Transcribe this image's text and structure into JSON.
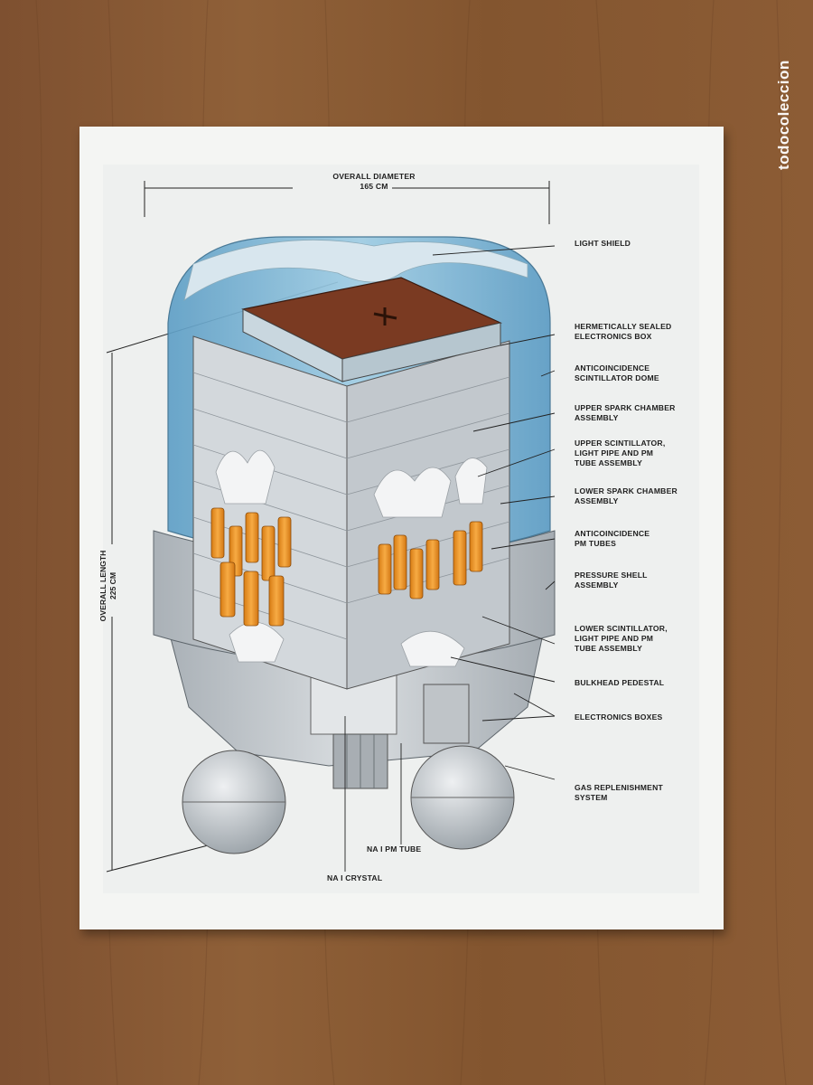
{
  "watermark": "todocoleccion",
  "dimensions": {
    "diameter": "OVERALL DIAMETER\n165 CM",
    "length": "OVERALL LENGTH\n225 CM"
  },
  "labels": [
    {
      "id": "light-shield",
      "text": "LIGHT SHIELD"
    },
    {
      "id": "electronics-box",
      "text": "HERMETICALLY SEALED\nELECTRONICS BOX"
    },
    {
      "id": "scintillator-dome",
      "text": "ANTICOINCIDENCE\nSCINTILLATOR DOME"
    },
    {
      "id": "upper-spark",
      "text": "UPPER SPARK CHAMBER\nASSEMBLY"
    },
    {
      "id": "upper-scint",
      "text": "UPPER SCINTILLATOR,\nLIGHT PIPE AND PM\nTUBE ASSEMBLY"
    },
    {
      "id": "lower-spark",
      "text": "LOWER SPARK CHAMBER\nASSEMBLY"
    },
    {
      "id": "pm-tubes",
      "text": "ANTICOINCIDENCE\nPM TUBES"
    },
    {
      "id": "pressure-shell",
      "text": "PRESSURE SHELL\nASSEMBLY"
    },
    {
      "id": "lower-scint",
      "text": "LOWER SCINTILLATOR,\nLIGHT PIPE AND PM\nTUBE ASSEMBLY"
    },
    {
      "id": "bulkhead",
      "text": "BULKHEAD PEDESTAL"
    },
    {
      "id": "electronics-boxes",
      "text": "ELECTRONICS BOXES"
    },
    {
      "id": "gas-system",
      "text": "GAS REPLENISHMENT\nSYSTEM"
    },
    {
      "id": "nai-pm-tube",
      "text": "NA I PM TUBE"
    },
    {
      "id": "nai-crystal",
      "text": "NA I CRYSTAL"
    }
  ],
  "colors": {
    "wood": "#8a5a33",
    "card": "#f4f5f3",
    "dome_blue": "#7fb7d6",
    "box_top": "#7a3a22",
    "pm_orange": "#f09a2c",
    "metal_gray": "#c4c9cd"
  }
}
